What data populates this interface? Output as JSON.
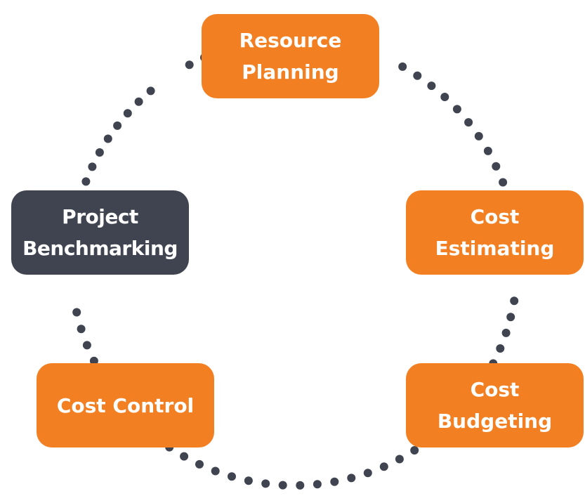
{
  "diagram": {
    "colors": {
      "process": "#F28023",
      "highlight": "#3F4450",
      "connector": "#3F4450",
      "text": "#FFFFFF"
    },
    "connector_style": "dotted",
    "nodes": [
      {
        "id": "resource-planning",
        "label": "Resource\nPlanning",
        "highlighted": false
      },
      {
        "id": "cost-estimating",
        "label": "Cost\nEstimating",
        "highlighted": false
      },
      {
        "id": "cost-budgeting",
        "label": "Cost\nBudgeting",
        "highlighted": false
      },
      {
        "id": "cost-control",
        "label": "Cost Control",
        "highlighted": false
      },
      {
        "id": "project-benchmarking",
        "label": "Project\nBenchmarking",
        "highlighted": true
      }
    ]
  }
}
